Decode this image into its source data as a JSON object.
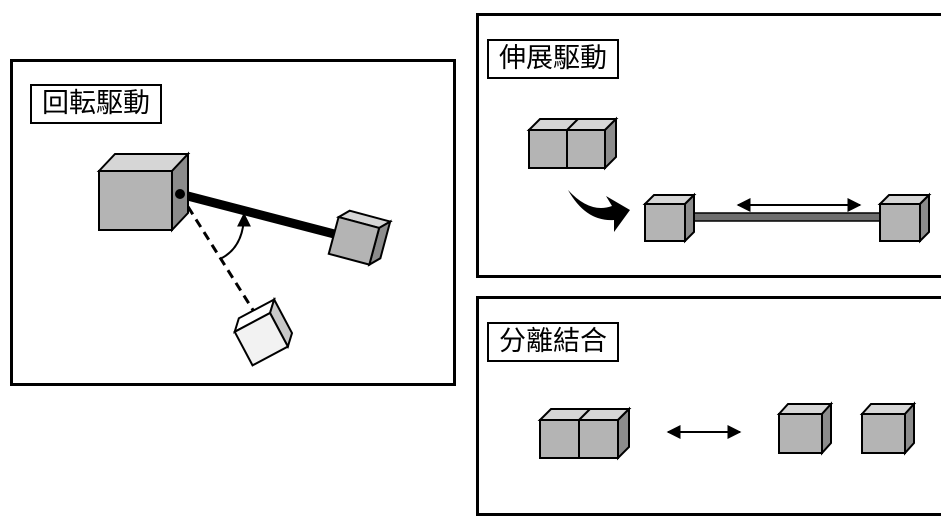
{
  "panels": {
    "rotation": {
      "label": "回転駆動"
    },
    "extension": {
      "label": "伸展駆動"
    },
    "separation": {
      "label": "分離結合"
    }
  },
  "colors": {
    "cube_front": "#b4b4b4",
    "cube_top": "#d6d6d6",
    "cube_side": "#8c8c8c",
    "cube_light_front": "#f2f2f2",
    "cube_light_top": "#ffffff",
    "cube_light_side": "#c8c8c8",
    "rod": "#000000",
    "gray_rod": "#6e6e6e"
  },
  "icons": [
    "curved-arrow-icon",
    "double-arrow-icon",
    "rotation-arc-icon"
  ]
}
